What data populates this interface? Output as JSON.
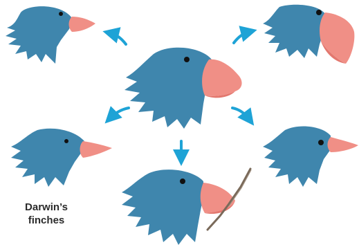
{
  "diagram": {
    "caption_lines": [
      "Darwin’s",
      "finches"
    ],
    "colors": {
      "feather": "#3f86ad",
      "beak": "#f08f86",
      "beak_shade": "#e3786f",
      "arrow": "#1ea3d6",
      "eye": "#111111",
      "stick": "#7a6a5a"
    },
    "heads": [
      {
        "id": "top-left",
        "beak": "medium-pointed"
      },
      {
        "id": "top-right",
        "beak": "large-crushing"
      },
      {
        "id": "center",
        "beak": "large-crushing"
      },
      {
        "id": "middle-left",
        "beak": "slender-pointed"
      },
      {
        "id": "middle-right",
        "beak": "slender-pointed"
      },
      {
        "id": "bottom-center",
        "beak": "tool-using",
        "tool": "stick"
      }
    ],
    "arrows": [
      {
        "id": "to-top-left",
        "direction": "up-left"
      },
      {
        "id": "to-top-right",
        "direction": "up-right"
      },
      {
        "id": "to-middle-left",
        "direction": "down-left"
      },
      {
        "id": "to-middle-right",
        "direction": "down-right"
      },
      {
        "id": "to-bottom-center",
        "direction": "down"
      }
    ]
  }
}
